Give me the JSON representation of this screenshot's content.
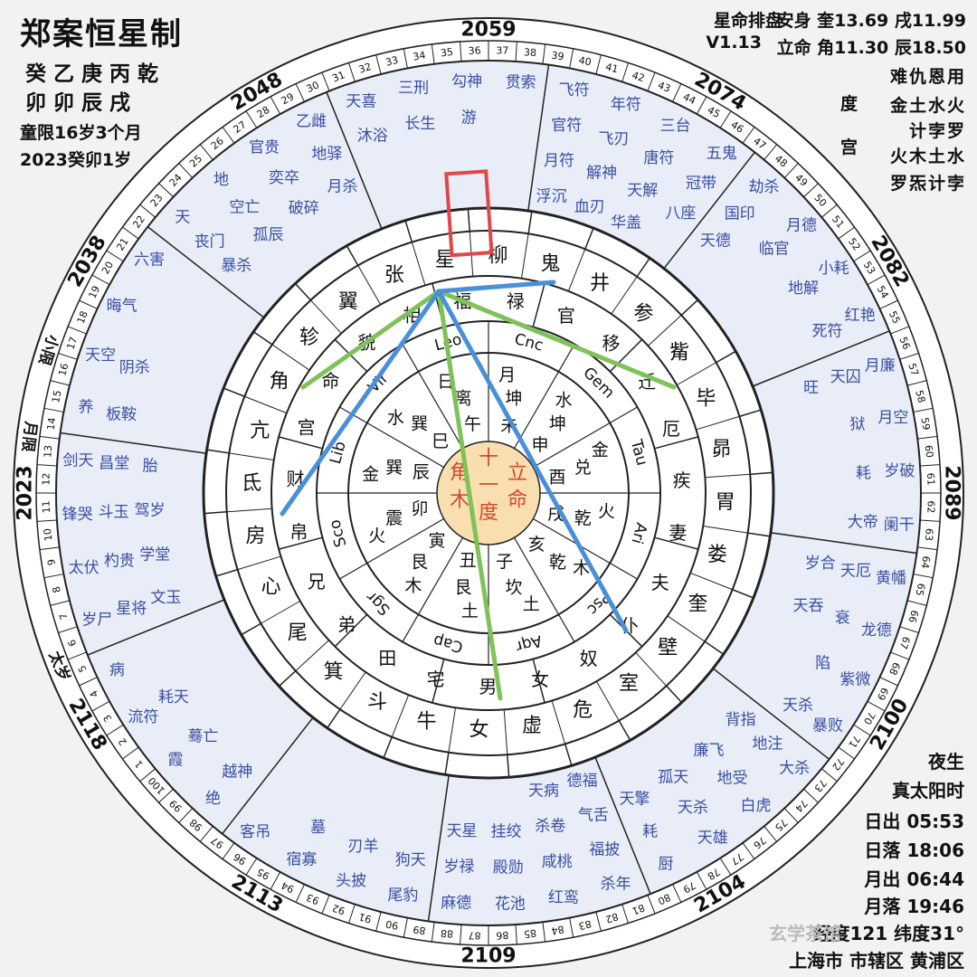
{
  "header": {
    "title": "郑案恒星制",
    "bazi_row1": "癸乙庚丙乾",
    "bazi_row2": "卯卯辰戌",
    "tong_xian": "童限16岁3个月",
    "current_year": "2023癸卯1岁"
  },
  "top_right": {
    "label_paipan": "星命排盘",
    "version": "V1.13",
    "an_shen": "安身 奎13.69 戌11.99",
    "li_ming": "立命 角11.30 辰18.50",
    "table_head": "难仇恩用",
    "du_label": "度",
    "du_row": "金土水火",
    "du_row2": "计孛罗",
    "gong_label": "宫",
    "gong_row1": "火木土水",
    "gong_row2": "罗炁计孛"
  },
  "bottom_right": {
    "night": "夜生",
    "true_solar": "真太阳时",
    "sunrise": "日出 05:53",
    "sunset": "日落 18:06",
    "moonrise": "月出 06:44",
    "moonset": "月落 19:46",
    "lonlat": "经度121 纬度31°",
    "location": "上海市 市辖区 黄浦区"
  },
  "watermark": "玄学茶馆",
  "center": {
    "left_col": [
      "角",
      "木"
    ],
    "mid_col": [
      "十",
      "一",
      "度"
    ],
    "right_col": [
      "立",
      "命"
    ]
  },
  "years": [
    {
      "label": "2059",
      "angle": 0
    },
    {
      "label": "2074",
      "angle": 30
    },
    {
      "label": "2082",
      "angle": 60
    },
    {
      "label": "2089",
      "angle": 90
    },
    {
      "label": "2100",
      "angle": 120
    },
    {
      "label": "2104",
      "angle": 150
    },
    {
      "label": "2109",
      "angle": 180
    },
    {
      "label": "2113",
      "angle": 210
    },
    {
      "label": "2118",
      "angle": 240
    },
    {
      "label": "2023",
      "angle": 270
    },
    {
      "label": "2038",
      "angle": 300
    },
    {
      "label": "2048",
      "angle": 330
    }
  ],
  "side_labels": [
    {
      "label": "月限",
      "angle": 277
    },
    {
      "label": "小限",
      "angle": 288
    },
    {
      "label": "太岁",
      "angle": 248
    }
  ],
  "age_ticks": [
    "37",
    "38",
    "39",
    "40",
    "41",
    "42",
    "43",
    "44",
    "45",
    "46",
    "47",
    "48",
    "49",
    "50",
    "51",
    "52",
    "53",
    "54",
    "55",
    "56",
    "57",
    "58",
    "59",
    "60",
    "61",
    "62",
    "63",
    "64",
    "65",
    "66",
    "67",
    "68",
    "69",
    "70",
    "71",
    "72",
    "73",
    "74",
    "75",
    "76",
    "77",
    "78",
    "79",
    "80",
    "81",
    "82",
    "83",
    "84",
    "85",
    "86",
    "87",
    "88",
    "89",
    "90",
    "91",
    "92",
    "93",
    "94",
    "95",
    "96",
    "97",
    "98",
    "99",
    "100",
    "1",
    "2",
    "3",
    "4",
    "5",
    "6",
    "7",
    "8",
    "9",
    "10",
    "11",
    "12",
    "13",
    "14",
    "15",
    "16",
    "17",
    "18",
    "19",
    "20",
    "21",
    "22",
    "23",
    "24",
    "25",
    "26",
    "27",
    "28",
    "29",
    "30",
    "31",
    "32",
    "33",
    "34",
    "35",
    "36"
  ],
  "shensha": [
    [
      "飞符",
      "年符",
      "三台",
      "五鬼",
      "官符",
      "飞刃",
      "唐符",
      "冠带",
      "月符",
      "解神",
      "天解",
      "八座",
      "浮沉",
      "血刃",
      "华盖"
    ],
    [
      "劫杀",
      "月德",
      "小耗",
      "红艳",
      "国印",
      "临官",
      "地解",
      "死符",
      "天德"
    ],
    [
      "月廉",
      "月空",
      "岁破",
      "阑干",
      "天囚",
      "狱",
      "耗",
      "大帝",
      "旺"
    ],
    [
      "黄幡",
      "龙德",
      "紫微",
      "暴败",
      "天厄",
      "衰",
      "陷",
      "天杀",
      "岁合",
      "天吞"
    ],
    [
      "大杀",
      "白虎",
      "天雄",
      "厨",
      "地注",
      "地受",
      "天杀",
      "耗",
      "背指",
      "廉飞",
      "孤天",
      "天擎"
    ],
    [
      "杀年",
      "红鸾",
      "花池",
      "麻德",
      "福披",
      "咸桃",
      "殿勋",
      "岁禄",
      "气舌",
      "杀卷",
      "挂绞",
      "天星",
      "德福",
      "天病"
    ],
    [
      "尾豹",
      "头披",
      "宿寡",
      "客吊",
      "狗天",
      "刃羊",
      "墓"
    ],
    [
      "绝",
      "霞",
      "流符",
      "病",
      "越神",
      "蓦亡",
      "耗天"
    ],
    [
      "岁尸",
      "太伏",
      "锋哭",
      "剑天",
      "星将",
      "杓贵",
      "斗玉",
      "昌堂",
      "文玉",
      "学堂",
      "驾岁",
      "胎"
    ],
    [
      "养",
      "天空",
      "晦气",
      "六害",
      "板鞍",
      "阴杀"
    ],
    [
      "天",
      "地",
      "官贵",
      "乙雌",
      "丧门",
      "空亡",
      "奕卒",
      "地驿",
      "暴杀",
      "孤辰",
      "破碎",
      "月杀"
    ],
    [
      "天喜",
      "三刑",
      "勾神",
      "贯索",
      "沐浴",
      "长生",
      "游"
    ]
  ],
  "mansions": [
    "井",
    "参",
    "觜",
    "毕",
    "昴",
    "胃",
    "娄",
    "奎",
    "壁",
    "室",
    "危",
    "虚",
    "女",
    "牛",
    "斗",
    "箕",
    "尾",
    "心",
    "房",
    "氐",
    "亢",
    "角",
    "轸",
    "翼",
    "张",
    "星",
    "柳",
    "鬼"
  ],
  "palaces": [
    "禄",
    "官",
    "移",
    "迁",
    "厄",
    "疾",
    "妻",
    "夫",
    "仆",
    "奴",
    "女",
    "男",
    "宅",
    "田",
    "弟",
    "兄",
    "帛",
    "财",
    "宫",
    "命",
    "貌",
    "相",
    "福"
  ],
  "zodiac": [
    "Cnc",
    "Gem",
    "Tau",
    "Ari",
    "Psc",
    "Aqr",
    "Cap",
    "Sgr",
    "Sco",
    "Lib",
    "Vir",
    "Leo"
  ],
  "planets_ring": [
    [
      "月",
      "坤",
      "未"
    ],
    [
      "水",
      "坤",
      "申"
    ],
    [
      "金",
      "兑",
      "酉"
    ],
    [
      "火",
      "乾",
      "戌"
    ],
    [
      "木",
      "乾",
      "亥"
    ],
    [
      "土",
      "坎",
      "子"
    ],
    [
      "土",
      "艮",
      "丑"
    ],
    [
      "木",
      "艮",
      "寅"
    ],
    [
      "火",
      "震",
      "卯"
    ],
    [
      "金",
      "巽",
      "辰"
    ],
    [
      "水",
      "巽",
      "巳"
    ],
    [
      "日",
      "离",
      "午"
    ]
  ],
  "colors": {
    "blue_text": "#3a4fa0",
    "panel": "#e8edf8",
    "red_box": "#e04848",
    "green_line": "#7fc25a",
    "blue_line": "#4a90d9",
    "center_fill": "#f9dfb0",
    "center_text": "#d04a30"
  }
}
